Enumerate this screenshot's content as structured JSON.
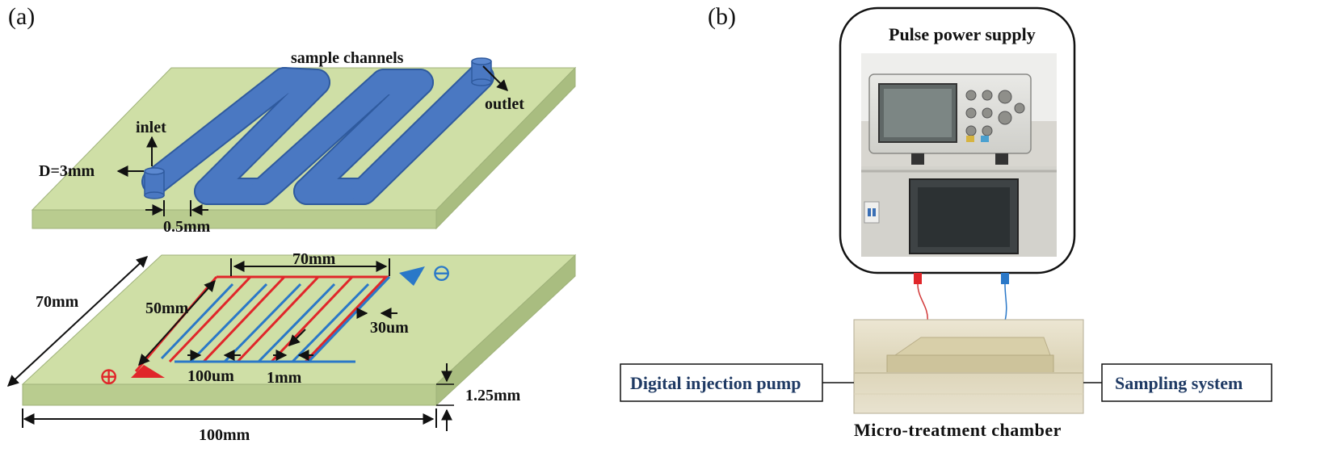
{
  "panels": {
    "a": "(a)",
    "b": "(b)"
  },
  "upper_chip": {
    "title": "sample channels",
    "inlet": "inlet",
    "outlet": "outlet",
    "diameter": "D=3mm",
    "gap": "0.5mm"
  },
  "lower_chip": {
    "length": "70mm",
    "electrode_length": "70mm",
    "electrode_width": "50mm",
    "finger_width": "30um",
    "finger_gap": "100um",
    "pitch": "1mm",
    "thickness": "1.25mm",
    "width": "100mm",
    "positive": "⊕",
    "negative": "⊖"
  },
  "setup": {
    "power_supply": "Pulse power supply",
    "pump": "Digital injection pump",
    "sampling": "Sampling system",
    "chamber": "Micro-treatment chamber"
  },
  "colors": {
    "board": "#cfdfa6",
    "board_side": "#b9cc8f",
    "channel": "#4a78c2",
    "positive": "#e0262a",
    "negative": "#2a78c8",
    "box_text": "#1f3a64"
  }
}
